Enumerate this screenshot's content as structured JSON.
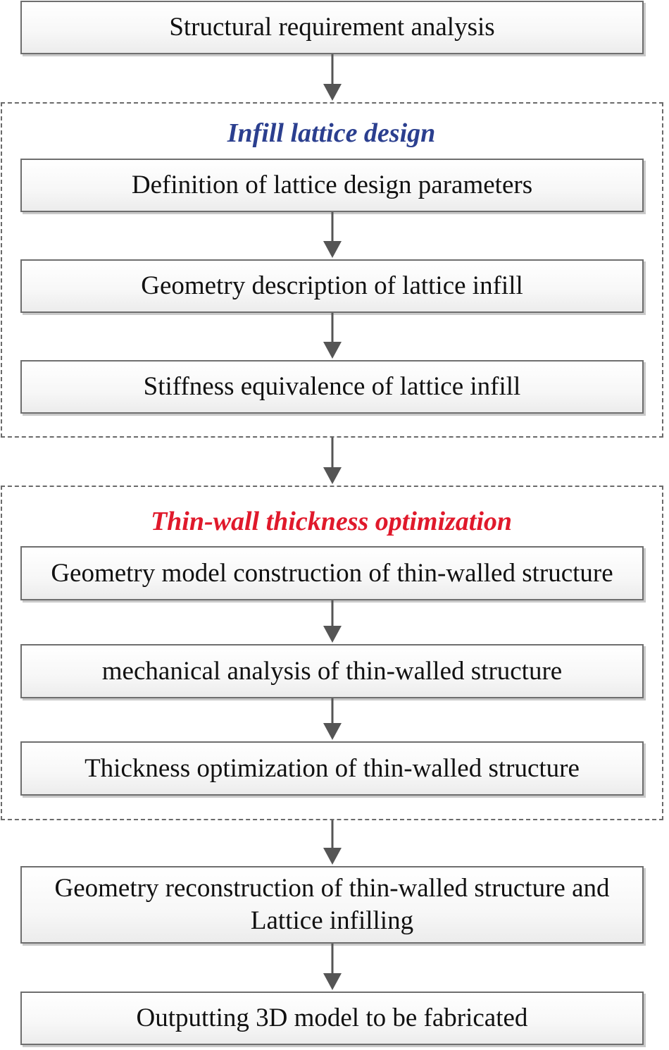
{
  "colors": {
    "group_1_title": "#2b3f8f",
    "group_2_title": "#e0192b"
  },
  "steps": {
    "s1": "Structural requirement analysis",
    "s2": "Definition of lattice design parameters",
    "s3": "Geometry description of lattice infill",
    "s4": "Stiffness equivalence of lattice infill",
    "s5": "Geometry model construction of thin-walled structure",
    "s6": "mechanical analysis of thin-walled structure",
    "s7": "Thickness optimization of thin-walled structure",
    "s8": "Geometry reconstruction of thin-walled structure and Lattice infilling",
    "s9": "Outputting 3D model to be fabricated"
  },
  "groups": {
    "g1": {
      "title": "Infill lattice design"
    },
    "g2": {
      "title": "Thin-wall thickness optimization"
    }
  }
}
